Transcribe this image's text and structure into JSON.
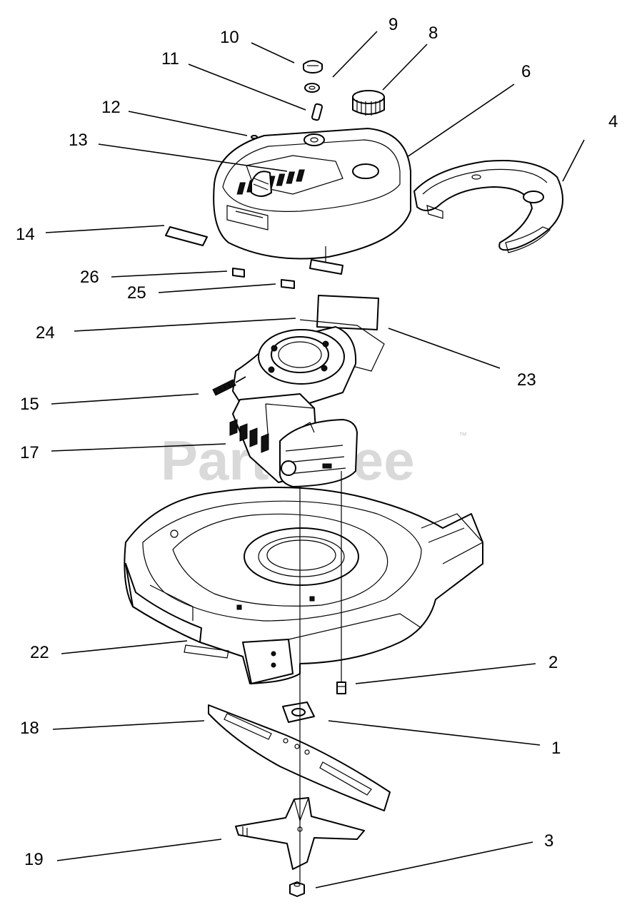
{
  "watermark": {
    "text": "PartsTree",
    "trademark": "™"
  },
  "callouts": {
    "c1": "1",
    "c2": "2",
    "c3": "3",
    "c4": "4",
    "c6": "6",
    "c8": "8",
    "c9": "9",
    "c10": "10",
    "c11": "11",
    "c12": "12",
    "c13": "13",
    "c14": "14",
    "c15": "15",
    "c17": "17",
    "c18": "18",
    "c19": "19",
    "c22": "22",
    "c23": "23",
    "c24": "24",
    "c25": "25",
    "c26": "26"
  }
}
